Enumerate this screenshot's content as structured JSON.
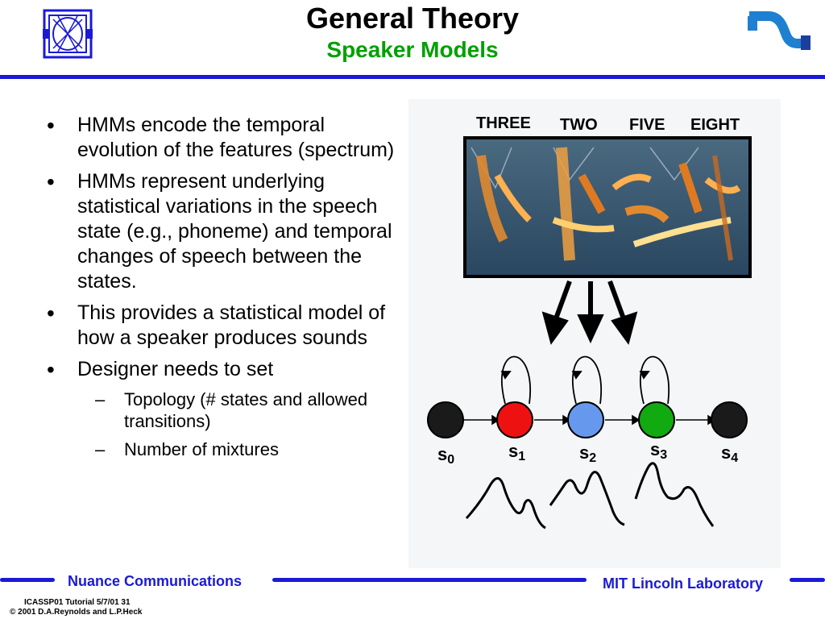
{
  "header": {
    "title": "General Theory",
    "subtitle": "Speaker Models"
  },
  "bullets": [
    {
      "text": "HMMs encode the temporal evolution of the features (spectrum)"
    },
    {
      "text": "HMMs represent underlying statistical variations in the speech state (e.g., phoneme) and temporal changes of speech between the states."
    },
    {
      "text": "This provides a statistical model of how a speaker produces sounds"
    },
    {
      "text": "Designer needs to set"
    }
  ],
  "sub_bullets": [
    {
      "text": "Topology (# states and allowed transitions)"
    },
    {
      "text": "Number of mixtures"
    }
  ],
  "figure": {
    "words": [
      "THREE",
      "TWO",
      "FIVE",
      "EIGHT"
    ],
    "states": [
      {
        "label": "s",
        "sub": "0",
        "color": "#1a1a1a"
      },
      {
        "label": "s",
        "sub": "1",
        "color": "#ee1111"
      },
      {
        "label": "s",
        "sub": "2",
        "color": "#6699ee"
      },
      {
        "label": "s",
        "sub": "3",
        "color": "#11aa11"
      },
      {
        "label": "s",
        "sub": "4",
        "color": "#1a1a1a"
      }
    ]
  },
  "footer": {
    "left": "Nuance Communications",
    "right": "MIT Lincoln Laboratory",
    "note_line1": "ICASSP01 Tutorial  5/7/01 31",
    "note_line2": "© 2001 D.A.Reynolds and L.P.Heck"
  },
  "colors": {
    "accent_blue": "#1a1ad6",
    "subtitle_green": "#00a000"
  }
}
